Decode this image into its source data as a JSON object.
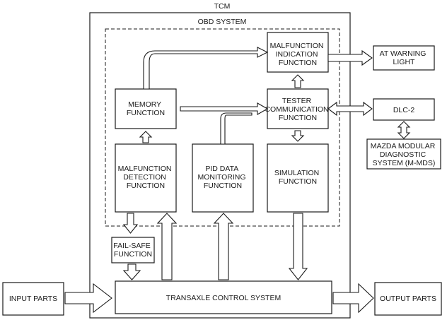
{
  "tcm": {
    "label": "TCM"
  },
  "obd_system": {
    "label": "OBD SYSTEM"
  },
  "blocks": {
    "malfunction_indication": [
      "MALFUNCTION",
      "INDICATION",
      "FUNCTION"
    ],
    "memory": [
      "MEMORY",
      "FUNCTION"
    ],
    "tester_communication": [
      "TESTER",
      "COMMUNICATION",
      "FUNCTION"
    ],
    "malfunction_detection": [
      "MALFUNCTION",
      "DETECTION",
      "FUNCTION"
    ],
    "pid_data_monitoring": [
      "PID DATA",
      "MONITORING",
      "FUNCTION"
    ],
    "simulation": [
      "SIMULATION",
      "FUNCTION"
    ],
    "fail_safe": [
      "FAIL-SAFE",
      "FUNCTION"
    ],
    "transaxle_control": [
      "TRANSAXLE CONTROL SYSTEM"
    ],
    "at_warning_light": [
      "AT WARNING",
      "LIGHT"
    ],
    "dlc2": [
      "DLC-2"
    ],
    "mazda_modular": [
      "MAZDA MODULAR",
      "DIAGNOSTIC",
      "SYSTEM (M-MDS)"
    ],
    "input_parts": [
      "INPUT PARTS"
    ],
    "output_parts": [
      "OUTPUT PARTS"
    ]
  }
}
